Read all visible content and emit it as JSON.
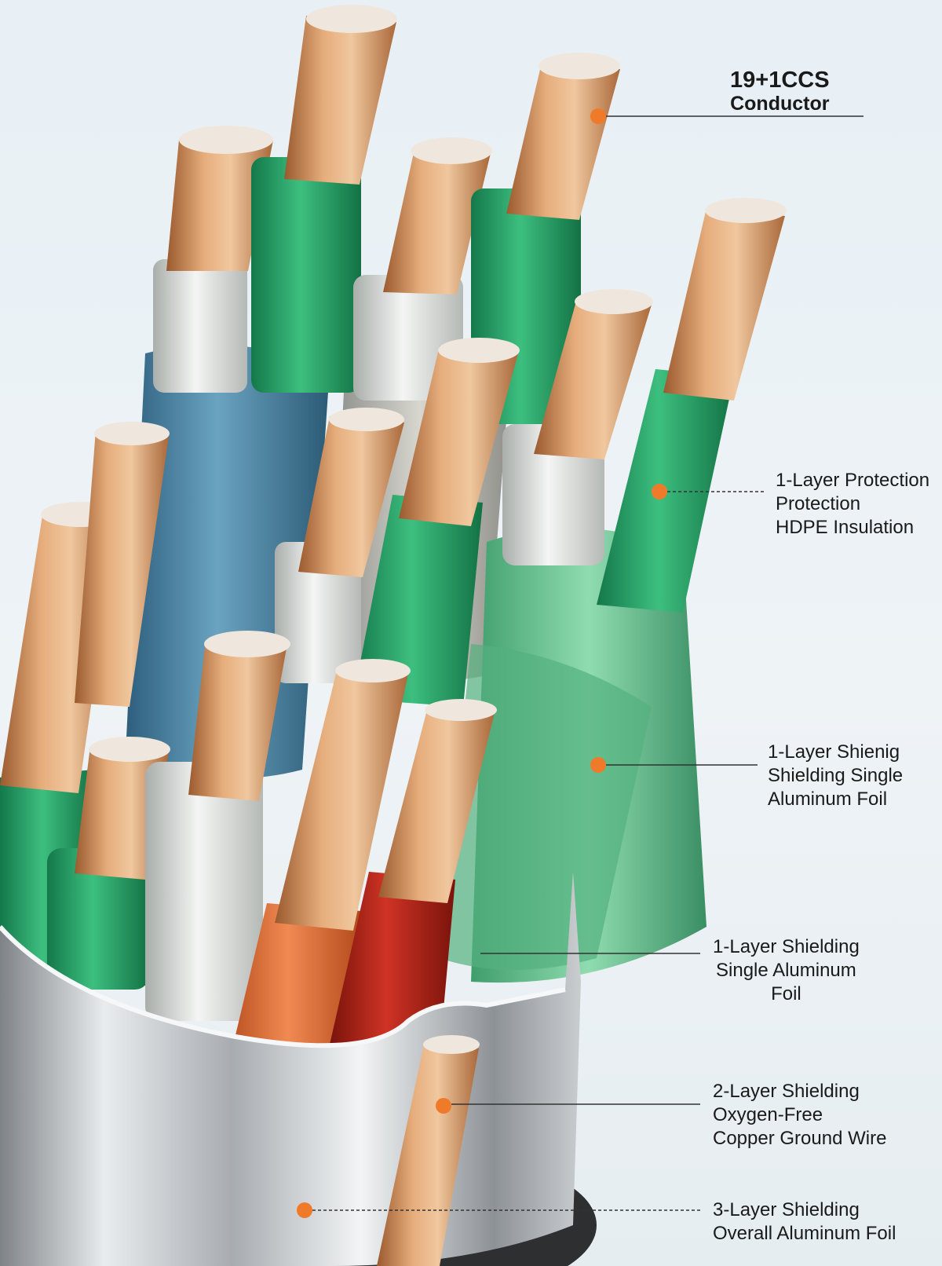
{
  "colors": {
    "background": "#e8f0f5",
    "copper": "#c98a57",
    "green_insulation": "#2faa6c",
    "white_insulation": "#e6e8e6",
    "blue_shield": "#4a86a6",
    "orange_insulation": "#e27136",
    "red_insulation": "#b52318",
    "aluminum": "#c4c7c9",
    "callout_dot": "#ef7a2a",
    "callout_line": "#333333",
    "label_text": "#1a1a1a"
  },
  "callouts": [
    {
      "id": "conductor",
      "lines": [
        "19+1CCS",
        "Conductor"
      ]
    },
    {
      "id": "hdpe",
      "lines": [
        "1-Layer Protection",
        "Protection",
        "HDPE Insulation"
      ]
    },
    {
      "id": "single-foil",
      "lines": [
        "1-Layer Shienig",
        "Shielding Single",
        "Aluminum Foil"
      ]
    },
    {
      "id": "pair-foil",
      "lines": [
        "1-Layer Shielding",
        "Single Aluminum",
        "Foil"
      ]
    },
    {
      "id": "ground-wire",
      "lines": [
        "2-Layer Shielding",
        "Oxygen-Free",
        "Copper Ground Wire"
      ]
    },
    {
      "id": "overall-foil",
      "lines": [
        "3-Layer Shielding",
        "Overall Aluminum Foil"
      ]
    }
  ]
}
